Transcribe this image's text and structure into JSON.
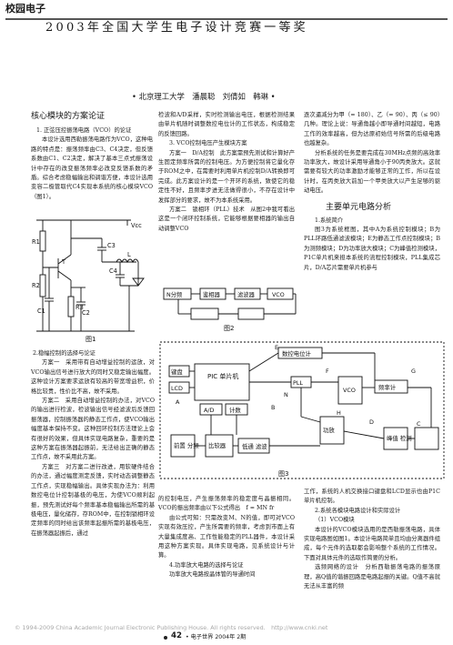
{
  "header": {
    "section": "校园电子",
    "title": "2003年全国大学生电子设计竞赛一等奖"
  },
  "byline": "• 北京理工大学　潘晨聪　刘倩如　韩琳 •",
  "core": {
    "heading": "核心模块的方案论证",
    "para1": "1. 正弦压控振荡电路（VCO）的论证",
    "para2": "本设计选用西勒振荡电路作为VCO，这种电路的特点是：振荡频率由C3、C4决定，但反馈系数由C1、C2决定，解决了基本三点式振荡设计中存在的改变振荡频率必改变反馈系数的矛盾。综合考虑稳幅输出和调谐方便，本设计选用变容二极管取代C4实现本系统的核心模块VCO（图1）。"
  },
  "fig1": {
    "caption": "图1",
    "labels": {
      "vcc": "Vcc",
      "r1": "R1",
      "r2": "R2",
      "r3": "R3",
      "c1": "C1",
      "c2": "C2",
      "c3": "C3",
      "c4": "C4",
      "l": "L",
      "t": "T"
    }
  },
  "col1b": {
    "para1": "2.稳幅控制的选择与论证",
    "para2": "方案一　采用带有自动增益控制的运放，对VCO输出信号进行放大的同时又稳定输出幅度。这种设计方案要求运放有较高的带宽增益积，价格比较贵，性价比不高，故不采用。",
    "para3": "方案二　采用自动增益控制的办法，对VCO的输出进行检波，检波输出信号经滤波后反馈回振荡器，控制振荡器的静态工作点，使VCO输出幅度基本保持不变。这种回环控制方法理论上会有很好的效果，但具体实现电路复杂，重要的是这种方案在振荡器起振前，无法给出正确的静态工作点，故不采用此方案。",
    "para4": "方案三　对方案二进行改进，用软硬件结合的办法，通过幅度测定反馈，实时动态调整静态工作点，实现稳幅输出。具体实现办法为：利用数控电位计控制基极的电压，为使VCO顺利起振，预先测试好每个频率基本稳幅输出所需的基极电压，量化储存，存ROM中，在控制锁相环设定频率的同时给出该频率起振所需的基极电压，在振荡器起振后，通过"
  },
  "col2a": {
    "para1": "检波和A/D采样，实时检测输出电压，根据检测结果由单片机随时调整数控电位计的工作状态，构成稳定的反馈回路。",
    "para2": "3. VCO控制电压产生模块方案",
    "para3": "方案一　D/A控制　此方案需预先测试和计算好产生固定频率所需的控制电压。为方便控制将它量化存于ROM之中，在需要时利用单片机控制D/A转换即可完成。此方案设计的是一个开环的系统，致使它的稳定性不好，且频率步进无法做得很小，不存在设计中发挥部分的要求，故不为本系统采用。",
    "para5": "方案二　锁相环（PLL）技术　从图2中我可看出这是一个闭环控制系统，它能够根据要相器的输出自动调整VCO"
  },
  "fig2": {
    "caption": "图2",
    "labels": {
      "n_div": "N分频",
      "phase_det": "鉴相器",
      "filter": "滤波器",
      "vco": "VCO"
    }
  },
  "col3a": {
    "para1": "逐次逼减分为甲（= 180）、乙（= 90）、丙（≤ 90）几种。理论上说：导通角越小即导通时间越短，电路工作的效率越高，但为达原初始信号所需的后级电路也越复杂。",
    "para2": "分析系统的任务是要完成在30MHz点频的高效率功率放大，故设计采用导通角小于90丙类放大。这就需要有较大的功率激励才能够正常的工作，所以在设计时，在丙类放大前加一个甲类放大以产生足够的驱动电压。"
  },
  "main_design": {
    "heading": "主要单元电路分析",
    "para1": "1.系统简介",
    "para2": "图3为系统框图，其中A为系统控制模块；B为PLL环路低通滤波模块；E为静态工作点控制模块；B为测频模块；D为功率放大模块；C为峰值检测模块，P1C单片机来担本系统的流程控制模块，PLL集成芯片，D/A芯片需要单片机参与"
  },
  "fig3": {
    "caption": "图3",
    "labels": {
      "keyboard": "键盘",
      "pic": "PIC\n单片机",
      "lcd": "LCD",
      "ad": "A/D",
      "counter": "计数",
      "dac": "数控电位计",
      "pll": "PLL",
      "prescaler": "前置\n分频",
      "comparator": "比较器",
      "power_amp": "功放",
      "freq_counter": "频率计",
      "peak_detect": "峰值\n检测",
      "lowpass": "低通\n滤波",
      "vco_block": "VCO",
      "letters": {
        "a": "A",
        "b": "B",
        "c": "C",
        "d": "D",
        "e": "E",
        "f": "F",
        "g": "G",
        "h": "H",
        "n": "N"
      }
    }
  },
  "col2b": {
    "para1": "的控制电压，产生振荡频率的稳定度与晶振相同。VCO的振出频率由以下公式得出　f = MN fr",
    "para2": "由公式可知：只需改变M、N的值，即可对VCO实现有效压控，产生所需要的频率，考虑到市面上有大量集成度高、工作性能稳定的PLL器件，本设计采用这种方案实现。具体实现电路，见系统设计与计算。",
    "para3": "4.功率放大电路的选择与论证",
    "para4": "功率放大电路按晶体管的导通时间"
  },
  "col3b": {
    "para1": "工作，系统的人机交换接口键盘和LCD显示也由P1C单片机控制。",
    "para2": "2.系统各模块电路设计和实际设计",
    "para3": "（1）VCO模块",
    "para4": "本设计的VCO模块选用的是西勒振荡电路，具体实现电路图如图1。本设计电路简单且均由分离器件组成，每个元件的选取都会影响整个系统的工作情况。下面对具体元件的选取作简要的分析。",
    "para5": "选频网络的设计　分析西勒振荡电路的振荡原理，高Q值的谐振回路是电路起振的关键。Q值不高就无法从丰富的频"
  },
  "footer": {
    "page_number": "42",
    "magazine": "• 电子世界 2004年 2期",
    "copyright": "© 1994-2009 China Academic Journal Electronic Publishing House. All rights reserved.　http://www.cnki.net"
  }
}
